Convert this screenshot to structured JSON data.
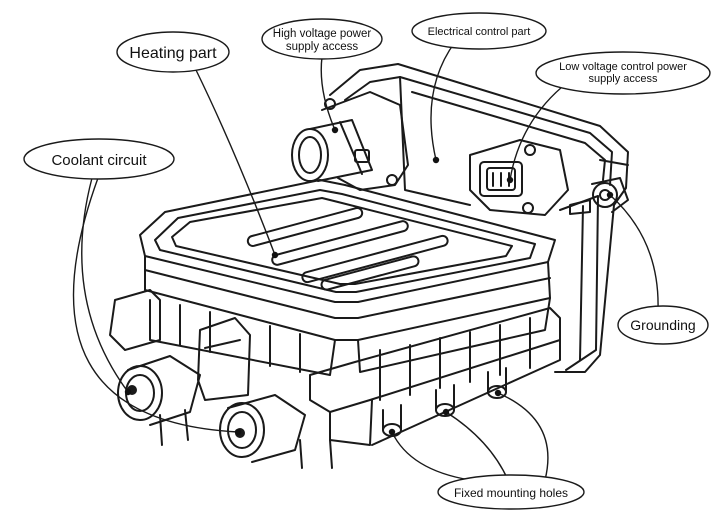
{
  "labels": {
    "heating_part": "Heating part",
    "hv_line1": "High voltage power",
    "hv_line2": "supply access",
    "electrical_control": "Electrical control part",
    "lv_line1": "Low voltage control power",
    "lv_line2": "supply access",
    "coolant_circuit": "Coolant circuit",
    "grounding": "Grounding",
    "fixed_mounting_holes": "Fixed mounting holes"
  },
  "colors": {
    "line": "#1a1a1a",
    "background": "#ffffff",
    "pointer": "#111111"
  }
}
